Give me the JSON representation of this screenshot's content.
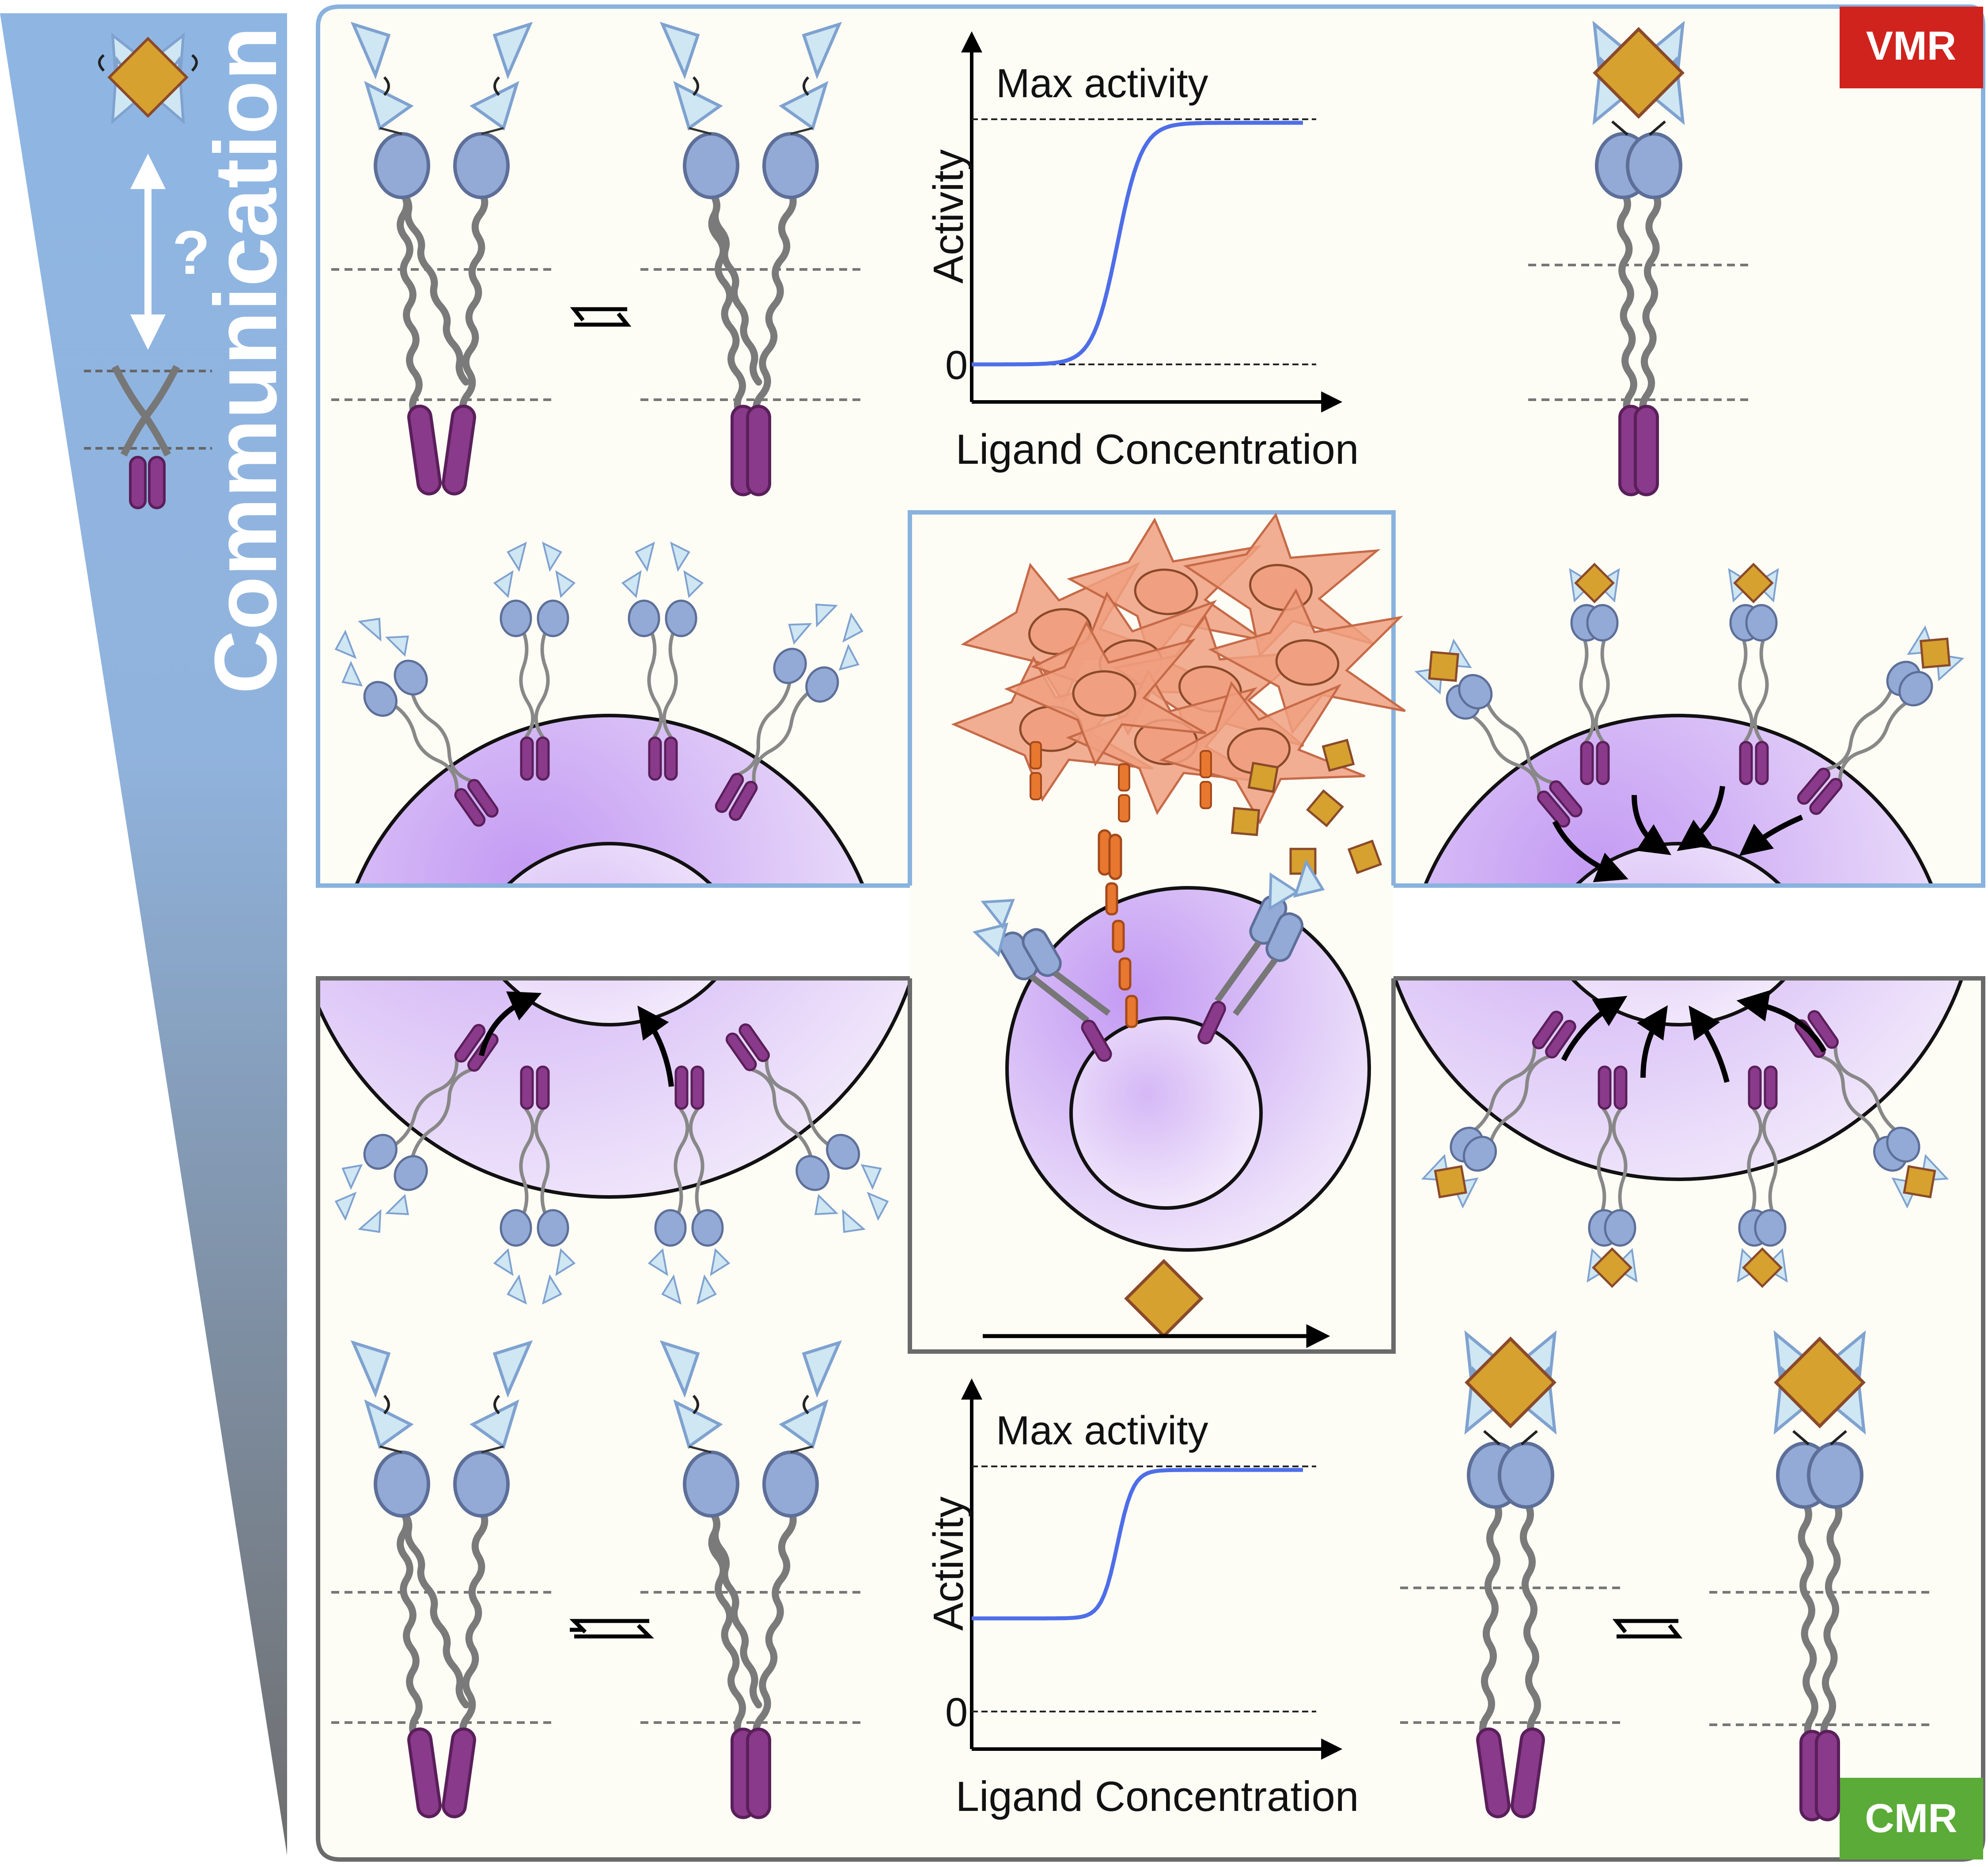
{
  "sidebar": {
    "label": "Communication",
    "question_mark": "?"
  },
  "badges": {
    "top": "VMR",
    "bottom": "CMR",
    "top_color": "#d0231d",
    "bottom_color": "#5aab37"
  },
  "charts": [
    {
      "id": "top",
      "top_label": "Max activity",
      "zero_label": "0",
      "ylabel": "Activity",
      "xlabel": "Ligand Concentration",
      "baseline_fraction": 0.0,
      "max_fraction": 1.0
    },
    {
      "id": "bottom",
      "top_label": "Max activity",
      "zero_label": "0",
      "ylabel": "Activity",
      "xlabel": "Ligand Concentration",
      "baseline_fraction": 0.38,
      "max_fraction": 1.0
    }
  ],
  "colors": {
    "sidebar_top": "#8fb6e3",
    "sidebar_bottom": "#6e6e6e",
    "ligand": "#d6a12e",
    "ectodomain": "#93aad6",
    "wedge": "#cfe6f3",
    "tm_helix": "#8a3a8a",
    "cell": "#c99ef2",
    "fibroblast": "#f0a080",
    "curve": "#4e6ee8",
    "panel_border_top": "#89b2de",
    "panel_border_bottom": "#6a6a6a",
    "panel_bg": "#fdfdf6"
  },
  "icons": {
    "ligand": "diamond-ligand-icon",
    "equilibrium": "equilibrium-arrows-icon",
    "signal": "signal-arrow-icon"
  }
}
